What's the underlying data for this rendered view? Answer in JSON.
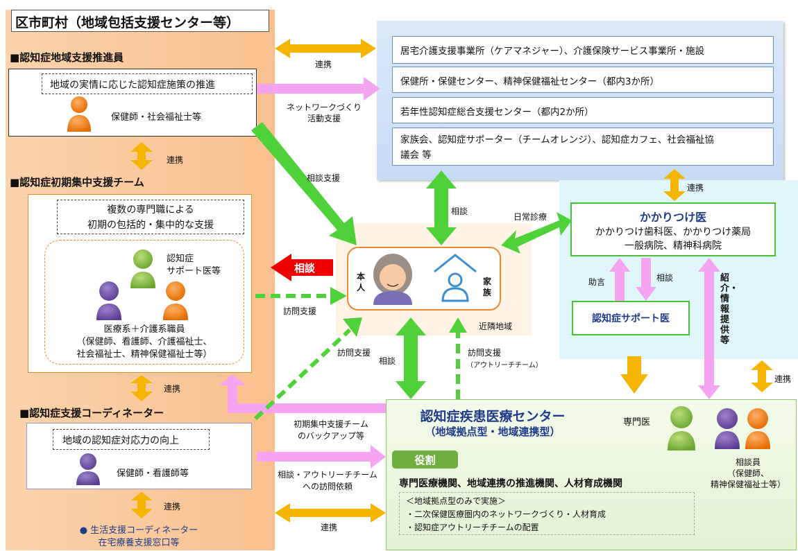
{
  "municipality": {
    "title": "区市町村（地域包括支援センター等）",
    "promoter": {
      "heading": "■認知症地域支援推進員",
      "task": "地域の実情に応じた認知症施策の推進",
      "staff": "保健師・社会福祉士等"
    },
    "renkei_1": "連携",
    "team": {
      "heading": "■認知症初期集中支援チーム",
      "desc_line1": "複数の専門職による",
      "desc_line2": "初期の包括的・集中的な支援",
      "support_doctor_line1": "認知症",
      "support_doctor_line2": "サポート医等",
      "staff_line1": "医療系＋介護系職員",
      "staff_line2": "（保健師、看護師、介護福祉士、",
      "staff_line3": "社会福祉士、精神保健福祉士等）"
    },
    "renkei_2": "連携",
    "coordinator": {
      "heading": "■認知症支援コーディネーター",
      "task": "地域の認知症対応力の向上",
      "staff": "保健師・看護師等"
    },
    "renkei_3": "連携",
    "bottom_line1": "● 生活支援コーディネーター",
    "bottom_line2": "在宅療養支援窓口等"
  },
  "services": {
    "items": [
      "居宅介護支援事業所（ケアマネジャー）、介護保険サービス事業所・施設",
      "保健所・保健センター、精神保健福祉センター（都内3か所）",
      "若年性認知症総合支援センター（都内2か所）"
    ],
    "item4_line1": "家族会、認知症サポーター（チームオレンジ）、認知症カフェ、社会福祉協",
    "item4_line2": "議会 等"
  },
  "doctor": {
    "title": "かかりつけ医",
    "line2": "かかりつけ歯科医、かかりつけ薬局",
    "line3": "一般病院、精神科病院"
  },
  "support_doctor_box": "認知症サポート医",
  "center": {
    "title": "認知症疾患医療センター",
    "subtitle": "（地域拠点型・地域連携型）",
    "specialist": "専門医",
    "consultant_line1": "相談員",
    "consultant_line2": "（保健師、",
    "consultant_line3": "精神保健福祉士等）",
    "role_tag": "役割",
    "role_heading": "専門医療機関、地域連携の推進機関、人材育成機関",
    "role_line1": "＜地域拠点型のみで実施＞",
    "role_line2": "・二次保健医療圏内のネットワークづくり・人材育成",
    "role_line3": "・認知症アウトリーチチームの配置"
  },
  "person": {
    "honnin_line1": "本",
    "honnin_line2": "人",
    "kazoku_line1": "家",
    "kazoku_line2": "族",
    "area": "近隣地域"
  },
  "arrows": {
    "renkei_top": "連携",
    "network_line1": "ネットワークづくり",
    "network_line2": "活動支援",
    "soudan_shien": "相談支援",
    "soudan_top": "相談",
    "nichijo": "日常診療",
    "renkei_doctor": "連携",
    "jogen": "助言",
    "soudan_sd": "相談",
    "shoukai": "紹介・情報提供等",
    "soudan_red": "相談",
    "houmon_team": "訪問支援",
    "houmon_coord": "訪問支援",
    "soudan_center": "相談",
    "outreach_line1": "訪問支援",
    "outreach_line2": "（アウトリーチチーム）",
    "backup_line1": "初期集中支援チーム",
    "backup_line2": "のバックアップ等",
    "irai_line1": "相談・アウトリーチチーム",
    "irai_line2": "への訪問依頼",
    "renkei_bottom": "連携",
    "renkei_right": "連携"
  },
  "colors": {
    "left_bg": "#fbd3ac",
    "blue_bg": "#cfe2f7",
    "cyan_bg": "#dff7fb",
    "green_bg": "#eaf6dd",
    "green_arrow": "#4fd13a",
    "pink_arrow": "#f2a0ee",
    "gold_arrow": "#f5b400",
    "red_arrow": "#ee0000",
    "navy_text": "#1f3b8c"
  }
}
